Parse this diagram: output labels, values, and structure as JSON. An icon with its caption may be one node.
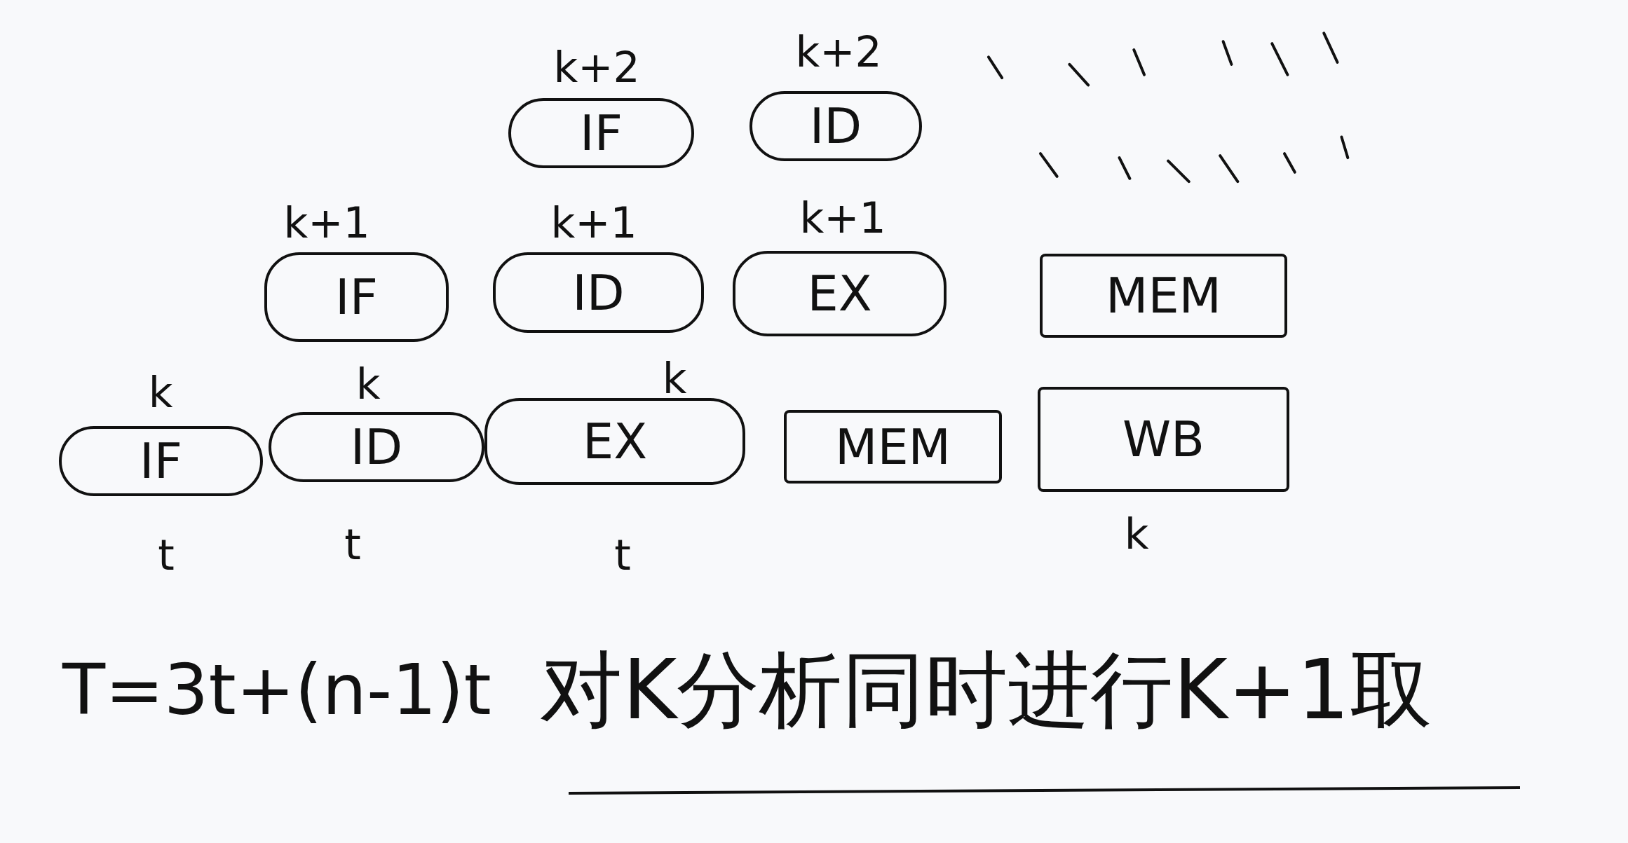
{
  "diagram": {
    "nodes": [
      {
        "text": [
          "IF"
        ],
        "beside": [
          "k+2"
        ]
      },
      {
        "text": [
          "ID"
        ],
        "beside": [
          "k+2"
        ]
      },
      {
        "text": [
          "IF"
        ],
        "beside": [
          "k+1"
        ]
      },
      {
        "text": [
          "ID"
        ],
        "beside": [
          "k+1"
        ]
      },
      {
        "text": [
          "EX"
        ],
        "beside": [
          "k+1"
        ]
      },
      {
        "text": [
          "MEM"
        ]
      },
      {
        "text": [
          "IF"
        ],
        "beside": [
          "k",
          "t"
        ]
      },
      {
        "text": [
          "ID"
        ],
        "beside": [
          "k",
          "t"
        ]
      },
      {
        "text": [
          "EX"
        ],
        "beside": [
          "k",
          "t"
        ]
      },
      {
        "text": [
          "MEM"
        ]
      },
      {
        "text": [
          "WB"
        ],
        "beside": [
          "k"
        ]
      }
    ],
    "labels": [
      "T=3t+(n-1)t",
      "对K分析同时进行K+1取"
    ]
  }
}
